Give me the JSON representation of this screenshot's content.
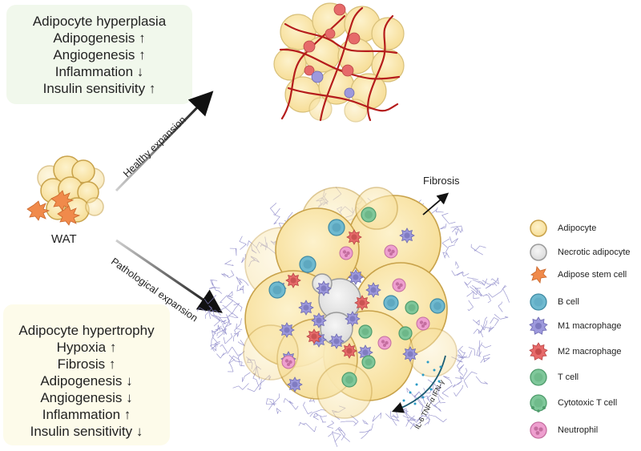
{
  "healthy_box": {
    "lines": [
      "Adipocyte hyperplasia",
      "Adipogenesis ↑",
      "Angiogenesis ↑",
      "Inflammation ↓",
      "Insulin sensitivity ↑"
    ]
  },
  "pathological_box": {
    "lines": [
      "Adipocyte hypertrophy",
      "Hypoxia ↑",
      "Fibrosis ↑",
      "Adipogenesis ↓",
      "Angiogenesis ↓",
      "Inflammation ↑",
      "Insulin sensitivity ↓"
    ]
  },
  "wat_label": "WAT",
  "arrows": {
    "healthy": "Healthy expansion",
    "pathological": "Pathological expansion"
  },
  "fibrosis_label": "Fibrosis",
  "cytokines_label": "IL-6  TNF-α  IFN-γ",
  "legend": [
    {
      "label": "Adipocyte",
      "icon": "adipocyte-icon"
    },
    {
      "label": "Necrotic adipocyte",
      "icon": "necrotic-adipocyte-icon"
    },
    {
      "label": "Adipose stem cell",
      "icon": "adipose-stem-cell-icon"
    },
    {
      "label": "B cell",
      "icon": "b-cell-icon"
    },
    {
      "label": "M1 macrophage",
      "icon": "m1-macrophage-icon"
    },
    {
      "label": "M2 macrophage",
      "icon": "m2-macrophage-icon"
    },
    {
      "label": "T cell",
      "icon": "t-cell-icon"
    },
    {
      "label": "Cytotoxic T cell",
      "icon": "cytotoxic-t-cell-icon"
    },
    {
      "label": "Neutrophil",
      "icon": "neutrophil-icon"
    }
  ],
  "colors": {
    "adipocyte_fill": "#fbe7a9",
    "adipocyte_stroke": "#c8a24a",
    "necrotic_fill": "#e6e6e6",
    "stem_cell": "#f08a4b",
    "b_cell": "#6fb9cf",
    "m1_macrophage": "#9d99dc",
    "m2_macrophage": "#e66a6a",
    "t_cell": "#7fc79a",
    "neutrophil": "#ee9fcf",
    "vessel": "#b51c1c",
    "fibrosis": "#8a86c8",
    "healthy_box_bg": "#f1f8ec",
    "pathological_box_bg": "#fdfbea"
  }
}
